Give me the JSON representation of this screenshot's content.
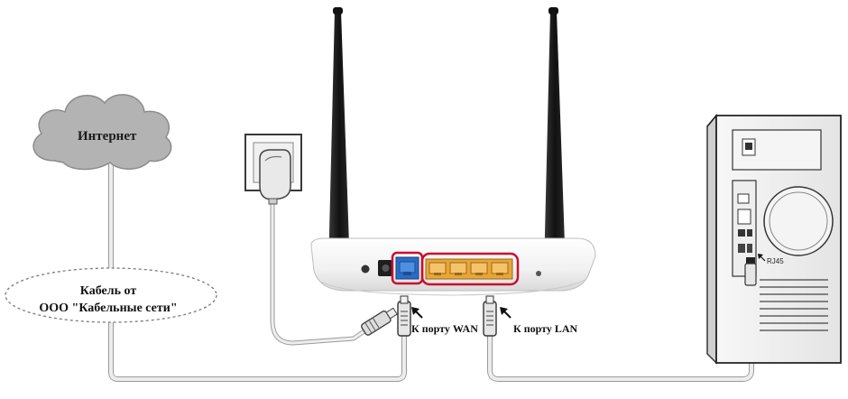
{
  "labels": {
    "cloud": "Интернет",
    "cable_line1": "Кабель от",
    "cable_line2": "ООО \"Кабельные сети\"",
    "wan_port": "К порту WAN",
    "lan_port": "К порту LAN",
    "rj45": "RJ45"
  },
  "colors": {
    "cloud_fill": "#b3b3b3",
    "router_body": "#f2f2f2",
    "wan_port": "#2b6cc4",
    "lan_ports": "#e8a53a",
    "highlight_ring": "#c8102e",
    "antenna": "#1c1c1c",
    "cable": "#e6e6e6"
  }
}
